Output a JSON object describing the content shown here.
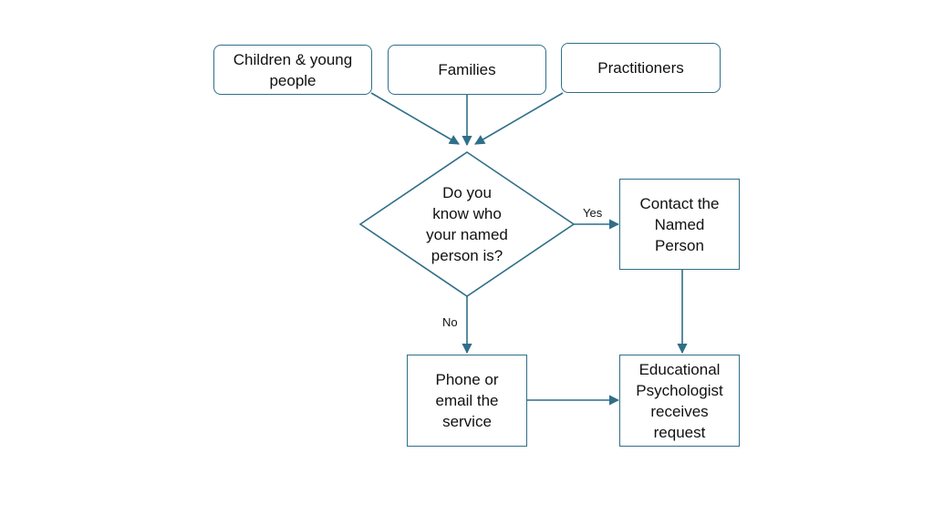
{
  "diagram": {
    "accent_color": "#2f6f88",
    "audience": {
      "children": "Children & young\npeople",
      "families": "Families",
      "practitioners": "Practitioners"
    },
    "decision": {
      "question": "Do you\nknow who\nyour named\nperson is?",
      "yes_label": "Yes",
      "no_label": "No"
    },
    "steps": {
      "contact": "Contact the\nNamed\nPerson",
      "phone": "Phone or\nemail the\nservice",
      "psychologist": "Educational\nPsychologist\nreceives\nrequest"
    }
  }
}
